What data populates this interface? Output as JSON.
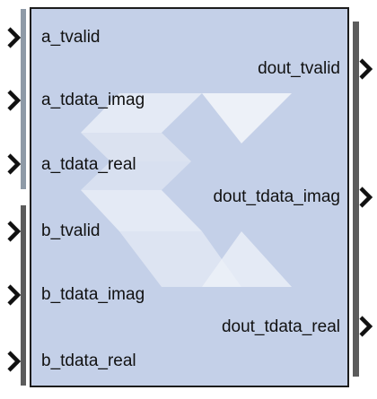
{
  "block": {
    "fill_color": "#c4d0e8",
    "border_color": "#1c1c1c",
    "logo": "xilinx-logo-watermark"
  },
  "inputs": [
    {
      "label": "a_tvalid"
    },
    {
      "label": "a_tdata_imag"
    },
    {
      "label": "a_tdata_real"
    },
    {
      "label": "b_tvalid"
    },
    {
      "label": "b_tdata_imag"
    },
    {
      "label": "b_tdata_real"
    }
  ],
  "outputs": [
    {
      "label": "dout_tvalid"
    },
    {
      "label": "dout_tdata_imag"
    },
    {
      "label": "dout_tdata_real"
    }
  ],
  "icons": {
    "port": "chevron-right-icon"
  }
}
